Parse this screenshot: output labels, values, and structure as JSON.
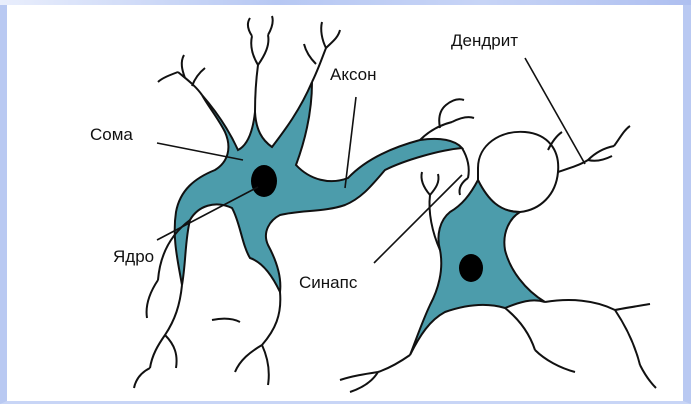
{
  "labels": {
    "soma": "Сома",
    "axon": "Аксон",
    "dendrite": "Дендрит",
    "nucleus": "Ядро",
    "synapse": "Синапс"
  },
  "colors": {
    "cell_fill": "#4c9cab",
    "outline": "#111111",
    "frame": "#b9c9f2",
    "background": "#ffffff"
  }
}
